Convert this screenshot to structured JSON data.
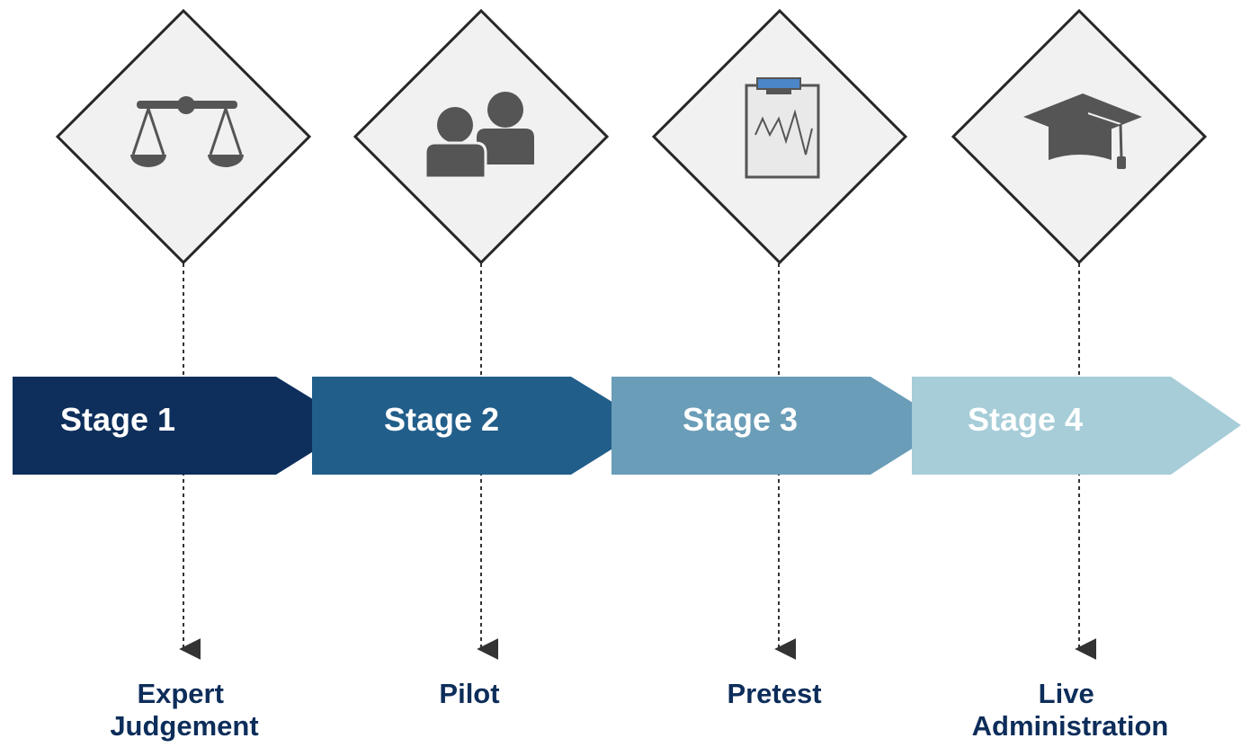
{
  "stages": [
    {
      "label": "Stage 1",
      "color": "#0e2f5c",
      "icon": "balance-scale-icon",
      "outcome_lines": [
        "Expert",
        "Judgement"
      ]
    },
    {
      "label": "Stage 2",
      "color": "#225e8a",
      "icon": "people-icon",
      "outcome_lines": [
        "Pilot"
      ]
    },
    {
      "label": "Stage 3",
      "color": "#6a9db8",
      "icon": "clipboard-chart-icon",
      "outcome_lines": [
        "Pretest"
      ]
    },
    {
      "label": "Stage 4",
      "color": "#a6cdd8",
      "icon": "graduation-cap-icon",
      "outcome_lines": [
        "Live",
        "Administration"
      ]
    }
  ],
  "colors": {
    "diamond_fill": "#f1f1f1",
    "diamond_stroke": "#262626",
    "icon_gray": "#555555",
    "clip_accent": "#4a86c8",
    "connector": "#333333",
    "outcome_text": "#0d2d5a"
  }
}
